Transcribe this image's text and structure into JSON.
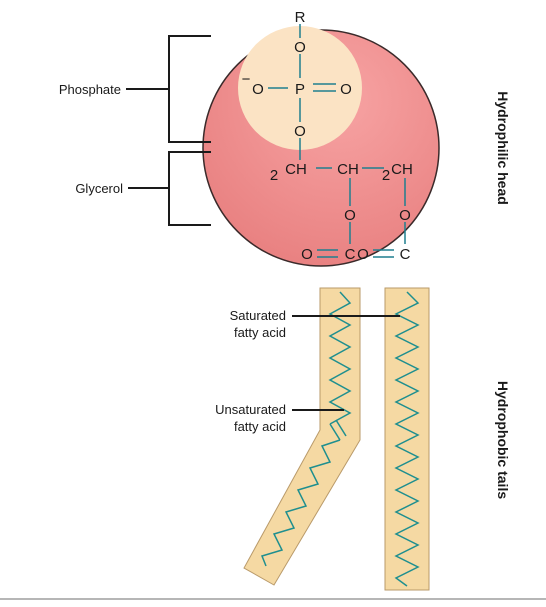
{
  "labels": {
    "phosphate": "Phosphate",
    "glycerol": "Glycerol",
    "saturated_line1": "Saturated",
    "saturated_line2": "fatty acid",
    "unsaturated_line1": "Unsaturated",
    "unsaturated_line2": "fatty acid",
    "head_side": "Hydrophilic head",
    "tails_side": "Hydrophobic tails"
  },
  "atoms": {
    "R": "R",
    "O": "O",
    "P": "P",
    "O_minus": "O",
    "minus": "−",
    "CH": "CH",
    "CH2": "CH",
    "sub2": "2",
    "C": "C"
  },
  "colors": {
    "head_fill": "#ef8a8a",
    "head_highlight": "#f7b0b0",
    "head_stroke": "#3a2a2a",
    "phosphate_disk": "#fbe3c4",
    "tail_fill": "#f5d9a3",
    "tail_stroke": "#b99a6a",
    "zigzag": "#1f8f8f",
    "bond": "#1f7f8f"
  }
}
